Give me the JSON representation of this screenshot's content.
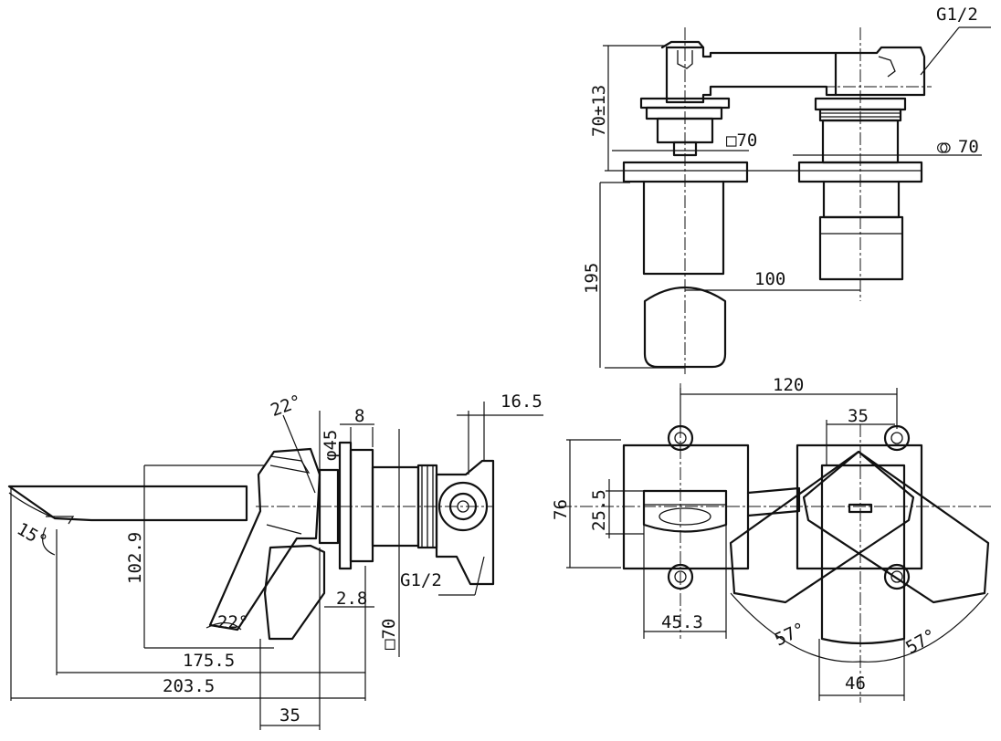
{
  "labels": {
    "top_thread": "G1/2",
    "height_70": "70±13",
    "square_70_top": "□70",
    "circle_70": "○ 70",
    "height_195": "195",
    "spacing_100": "100",
    "angle_22_top": "22°",
    "diameter_45": "φ45",
    "dim_8": "8",
    "dim_16_5": "16.5",
    "angle_15": "15°",
    "dim_102_9": "102.9",
    "dim_2_8": "2.8",
    "thread_side": "G1/2",
    "square_70_side": "□70",
    "angle_22_bottom": "22°",
    "dim_175_5": "175.5",
    "dim_203_5": "203.5",
    "dim_35_bottom": "35",
    "dim_120": "120",
    "dim_35_plan": "35",
    "dim_76": "76",
    "dim_25_5": "25.5",
    "dim_45_3": "45.3",
    "angle_57_left": "57°",
    "angle_57_right": "57°",
    "dim_46": "46"
  },
  "icons": [
    "wall-plate-icon",
    "handle-icon",
    "spout-icon",
    "valve-body-icon"
  ],
  "colors": {
    "ink": "#111111",
    "paper": "#ffffff"
  }
}
